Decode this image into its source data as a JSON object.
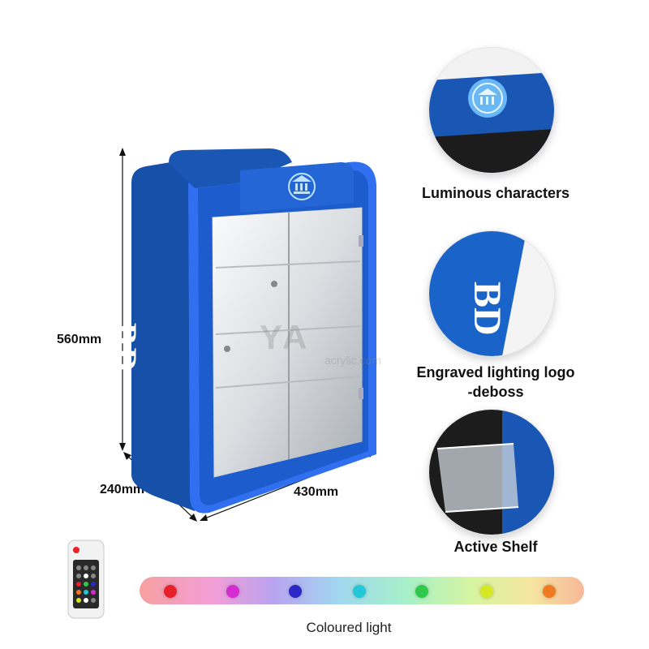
{
  "dimensions": {
    "height": "560mm",
    "depth": "240mm",
    "width": "430mm"
  },
  "cabinet": {
    "side_text": "BD",
    "body_color": "#1a57b5",
    "edge_color": "#2f6ff0"
  },
  "features": [
    {
      "label": "Luminous characters"
    },
    {
      "label": "Engraved lighting logo\n-deboss"
    },
    {
      "label": "Active Shelf"
    }
  ],
  "feature_line2": "-deboss",
  "feature_line1": "Engraved lighting logo",
  "lights": {
    "caption": "Coloured light",
    "colors": [
      "#e8202a",
      "#d62bd0",
      "#2b28c8",
      "#22c8d8",
      "#2ec84a",
      "#d6e824",
      "#f07a20"
    ]
  },
  "watermark": {
    "main": "YA",
    "sub": "acrylic.com"
  }
}
